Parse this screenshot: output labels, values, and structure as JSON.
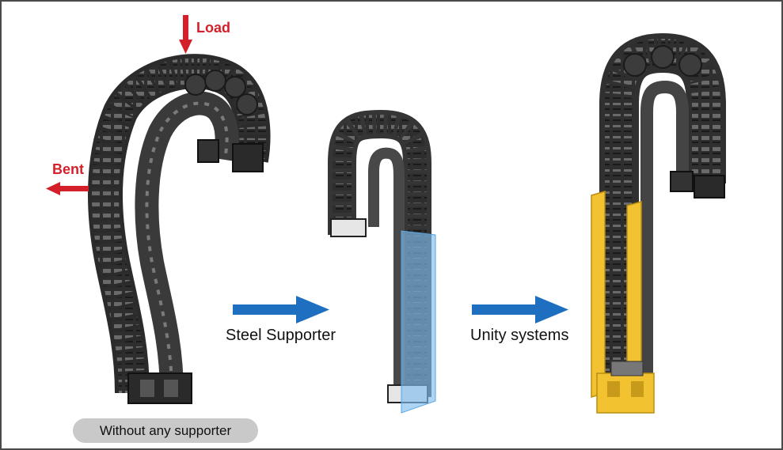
{
  "labels": {
    "load": "Load",
    "bent": "Bent",
    "without": "Without any supporter",
    "steel": "Steel Supporter",
    "unity": "Unity systems"
  },
  "colors": {
    "red_arrow": "#d4202a",
    "blue_arrow": "#1e6fc0",
    "chain": "#3a3a3a",
    "chain_dark": "#1f1f1f",
    "blue_panel": "#7fbff0",
    "yellow_support": "#f2c230",
    "pill": "#c9c9c9"
  }
}
